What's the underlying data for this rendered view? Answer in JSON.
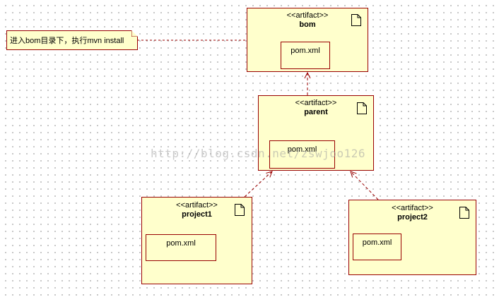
{
  "note": {
    "text": "进入bom目录下，执行mvn install"
  },
  "artifacts": [
    {
      "id": "bom",
      "stereotype": "<<artifact>>",
      "name": "bom",
      "file": "pom.xml"
    },
    {
      "id": "parent",
      "stereotype": "<<artifact>>",
      "name": "parent",
      "file": "pom.xml"
    },
    {
      "id": "project1",
      "stereotype": "<<artifact>>",
      "name": "project1",
      "file": "pom.xml"
    },
    {
      "id": "project2",
      "stereotype": "<<artifact>>",
      "name": "project2",
      "file": "pom.xml"
    }
  ],
  "watermark": "http://blog.csdn.net/zswjoo126",
  "colors": {
    "fill": "#ffffcc",
    "border": "#990000",
    "background": "#ffffff"
  }
}
